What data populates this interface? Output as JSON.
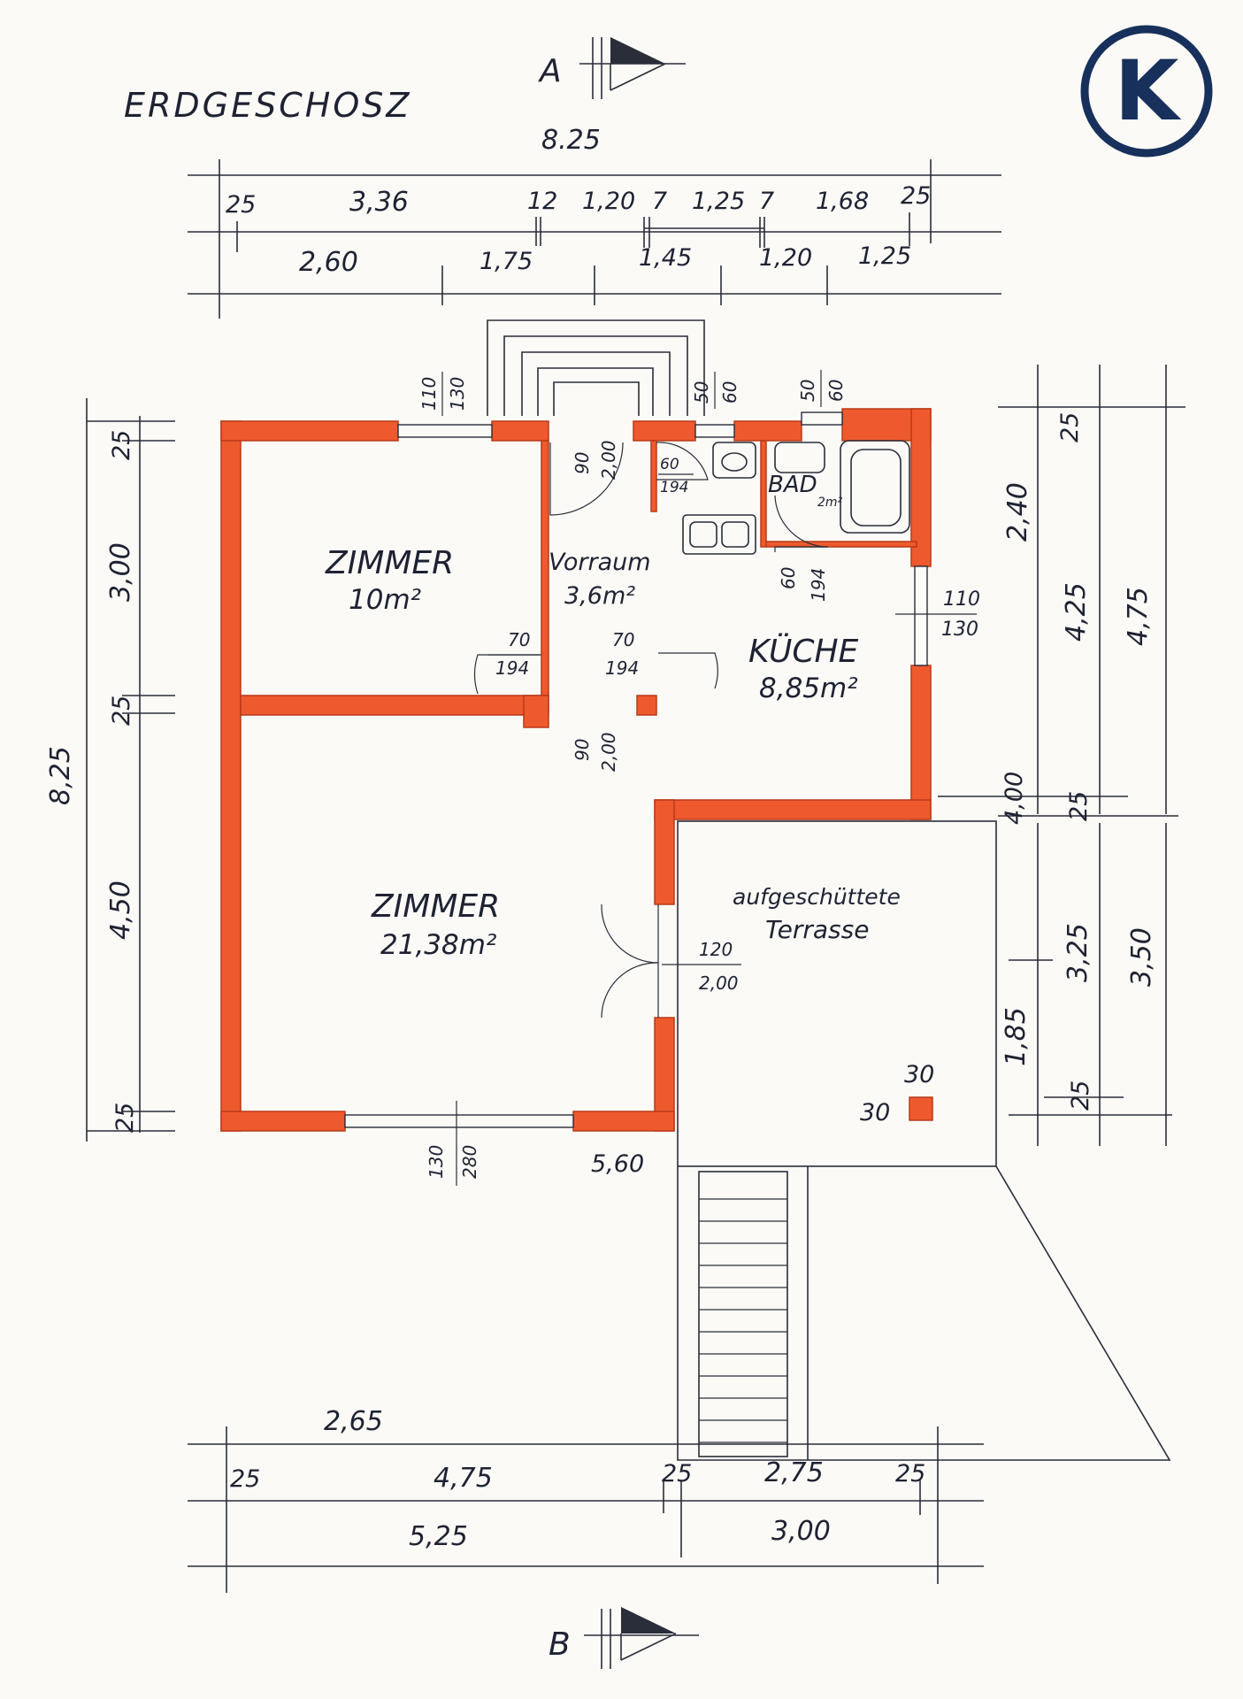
{
  "sheet": {
    "title": "ERDGESCHOSZ",
    "logo_letter": "K",
    "logo_color": "#17305c",
    "wall_color": "#ee5a2e",
    "section_markers": {
      "top": "A",
      "bottom": "B"
    }
  },
  "top_dims": {
    "overall": "8.25",
    "row1": [
      "25",
      "3,36",
      "12",
      "1,20",
      "7",
      "1,25",
      "7",
      "1,68",
      "25"
    ],
    "row2": [
      "2,60",
      "1,75",
      "1,45",
      "1,20",
      "1,25"
    ]
  },
  "left_dims": {
    "overall": "8,25",
    "parts": [
      "25",
      "3,00",
      "25",
      "4,50",
      "25"
    ]
  },
  "right_dims": {
    "upper_inner": [
      "25",
      "2,40"
    ],
    "upper_mid": "4,25",
    "upper_outer": "4,75",
    "level": "4,00",
    "joint": "25",
    "lower_inner": "3,25",
    "lower_outer": "3,50",
    "terrace_side": "1,85",
    "bottom": "25"
  },
  "bottom_dims": {
    "overall": "2,65",
    "row1": [
      "25",
      "4,75",
      "25",
      "2,75",
      "25"
    ],
    "row2": [
      "5,25",
      "3,00"
    ]
  },
  "rooms": [
    {
      "name": "ZIMMER",
      "area": "10m²"
    },
    {
      "name": "Vorraum",
      "area": "3,6m²"
    },
    {
      "name": "KÜCHE",
      "area": "8,85m²"
    },
    {
      "name": "ZIMMER",
      "area": "21,38m²"
    },
    {
      "name": "BAD",
      "area": "2m²"
    }
  ],
  "terrace": {
    "line1": "aufgeschüttete",
    "line2": "Terrasse"
  },
  "openings": {
    "win_top_left": [
      "110",
      "130"
    ],
    "win_wc": [
      "50",
      "60"
    ],
    "win_bath": [
      "50",
      "60"
    ],
    "win_kitchen": [
      "110",
      "130"
    ],
    "win_bottom": [
      "130",
      "280"
    ],
    "door_entry": [
      "90",
      "2,00"
    ],
    "door_wc": [
      "60",
      "194"
    ],
    "door_bath": [
      "60",
      "194"
    ],
    "door_room1": [
      "70",
      "194"
    ],
    "door_kitchen": [
      "70",
      "194"
    ],
    "door_room2": [
      "90",
      "2,00"
    ],
    "door_terrace": [
      "120",
      "2,00"
    ]
  },
  "misc": {
    "length_bottom": "5,60",
    "pillar_top": "30",
    "pillar_side": "30"
  }
}
